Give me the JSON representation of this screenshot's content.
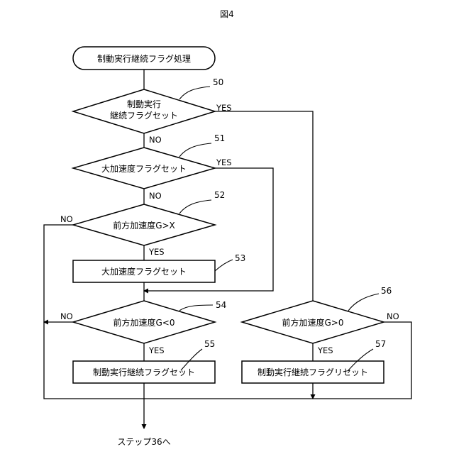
{
  "figure_title": "図4",
  "start_label": "制動実行継続フラグ処理",
  "d50": {
    "ref": "50",
    "line1": "制動実行",
    "line2": "継続フラグセット",
    "yes": "YES",
    "no": "NO"
  },
  "d51": {
    "ref": "51",
    "label": "大加速度フラグセット",
    "yes": "YES",
    "no": "NO"
  },
  "d52": {
    "ref": "52",
    "label": "前方加速度G>X",
    "yes": "YES",
    "no": "NO"
  },
  "p53": {
    "ref": "53",
    "label": "大加速度フラグセット"
  },
  "d54": {
    "ref": "54",
    "label": "前方加速度G<0",
    "yes": "YES",
    "no": "NO"
  },
  "p55": {
    "ref": "55",
    "label": "制動実行継続フラグセット"
  },
  "d56": {
    "ref": "56",
    "label": "前方加速度G>0",
    "yes": "YES",
    "no": "NO"
  },
  "p57": {
    "ref": "57",
    "label": "制動実行継続フラグリセット"
  },
  "end_label": "ステップ36へ"
}
